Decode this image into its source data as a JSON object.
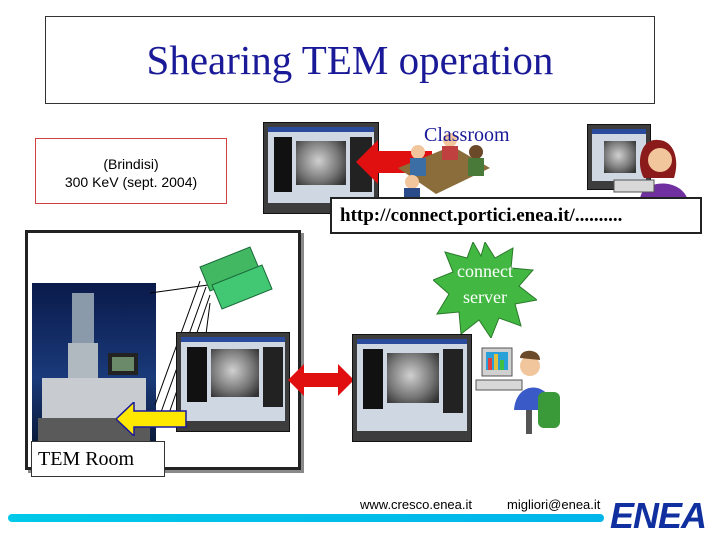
{
  "slide": {
    "title": "Shearing TEM operation",
    "brindisi_line1": "(Brindisi)",
    "brindisi_line2": "300 KeV (sept. 2004)",
    "classroom_label": "Classroom",
    "url_text": "http://connect.portici.enea.it/..........",
    "connect_line1": "connect",
    "connect_line2": "server",
    "tem_room_label": "TEM Room",
    "footer_url": "www.cresco.enea.it",
    "footer_email": "migliori@enea.it",
    "logo_text": "ENEA"
  },
  "colors": {
    "title": "#1a1a99",
    "connect_burst": "#42b842",
    "arrow_red": "#e01010",
    "arrow_yellow": "#ffe800",
    "cyan_line": "#00c8e8",
    "logo": "#1030a0"
  }
}
